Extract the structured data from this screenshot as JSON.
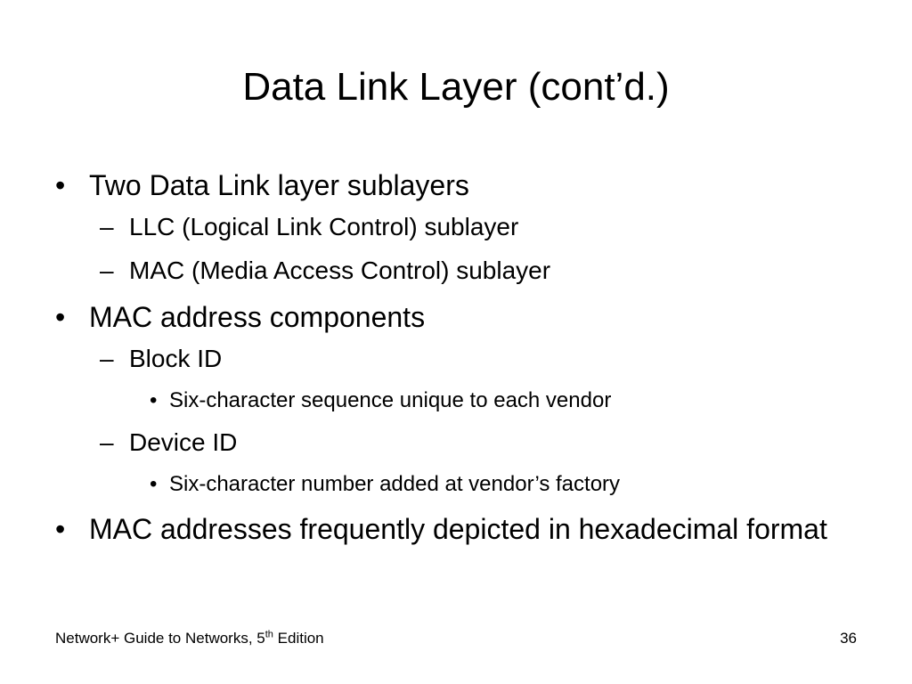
{
  "slide": {
    "title": "Data Link Layer (cont’d.)",
    "markers": {
      "level1": "•",
      "level2": "–",
      "level3": "•"
    },
    "bullets": [
      "Two Data Link layer sublayers",
      "LLC (Logical Link Control) sublayer",
      "MAC (Media Access Control) sublayer",
      "MAC address components",
      "Block ID",
      "Six-character sequence unique to each vendor",
      "Device ID",
      "Six-character number added at vendor’s factory",
      "MAC addresses frequently depicted in hexadecimal format"
    ],
    "footer": {
      "source_prefix": "Network+ Guide to Networks, 5",
      "source_superscript": "th",
      "source_suffix": " Edition",
      "page_number": "36"
    }
  }
}
